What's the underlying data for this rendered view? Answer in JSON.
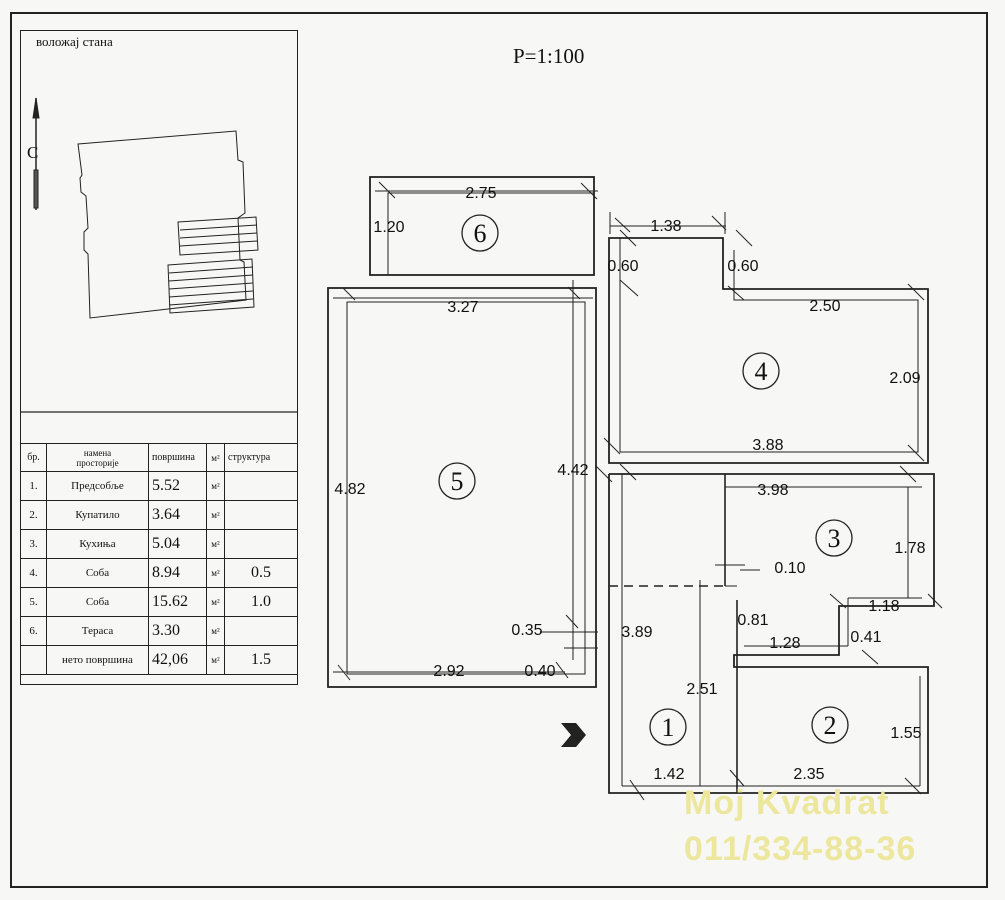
{
  "location_panel": {
    "title": "воложај стана",
    "north_label": "C"
  },
  "scale": "P=1:100",
  "legend": {
    "headers": {
      "no": "бр.",
      "name_line1": "намена",
      "name_line2": "просторије",
      "area": "површина",
      "unit": "м²",
      "structure": "структура"
    },
    "rows": [
      {
        "no": "1.",
        "name": "Предсобље",
        "area": "5.52",
        "unit": "м²",
        "structure": ""
      },
      {
        "no": "2.",
        "name": "Купатило",
        "area": "3.64",
        "unit": "м²",
        "structure": ""
      },
      {
        "no": "3.",
        "name": "Кухиња",
        "area": "5.04",
        "unit": "м²",
        "structure": ""
      },
      {
        "no": "4.",
        "name": "Соба",
        "area": "8.94",
        "unit": "м²",
        "structure": "0.5"
      },
      {
        "no": "5.",
        "name": "Соба",
        "area": "15.62",
        "unit": "м²",
        "structure": "1.0"
      },
      {
        "no": "6.",
        "name": "Тераса",
        "area": "3.30",
        "unit": "м²",
        "structure": ""
      }
    ],
    "total": {
      "label": "нето површина",
      "area": "42,06",
      "unit": "м²",
      "structure": "1.5"
    }
  },
  "rooms": {
    "r1": "1",
    "r2": "2",
    "r3": "3",
    "r4": "4",
    "r5": "5",
    "r6": "6"
  },
  "dimensions": {
    "d6_w": "2.75",
    "d6_h": "1.20",
    "d5_w": "3.27",
    "d5_h": "4.82",
    "d5_in": "4.42",
    "d5_b": "2.92",
    "d5_s1": "0.35",
    "d5_s2": "0.40",
    "d4_t": "1.38",
    "d4_n1": "0.60",
    "d4_n2": "0.60",
    "d4_w": "2.50",
    "d4_h": "2.09",
    "d4_b": "3.88",
    "d3_w": "3.98",
    "d3_h": "1.78",
    "d3_s": "0.10",
    "d3_s2": "0.81",
    "d3_s3": "1.18",
    "d3_s4": "1.28",
    "d3_s5": "0.41",
    "d1_h": "3.89",
    "d1_h2": "2.51",
    "d1_w": "1.42",
    "d2_w": "2.35",
    "d2_h": "1.55"
  },
  "watermark": {
    "line1": "Moj Kvadrat",
    "line2": "011/334-88-36"
  }
}
